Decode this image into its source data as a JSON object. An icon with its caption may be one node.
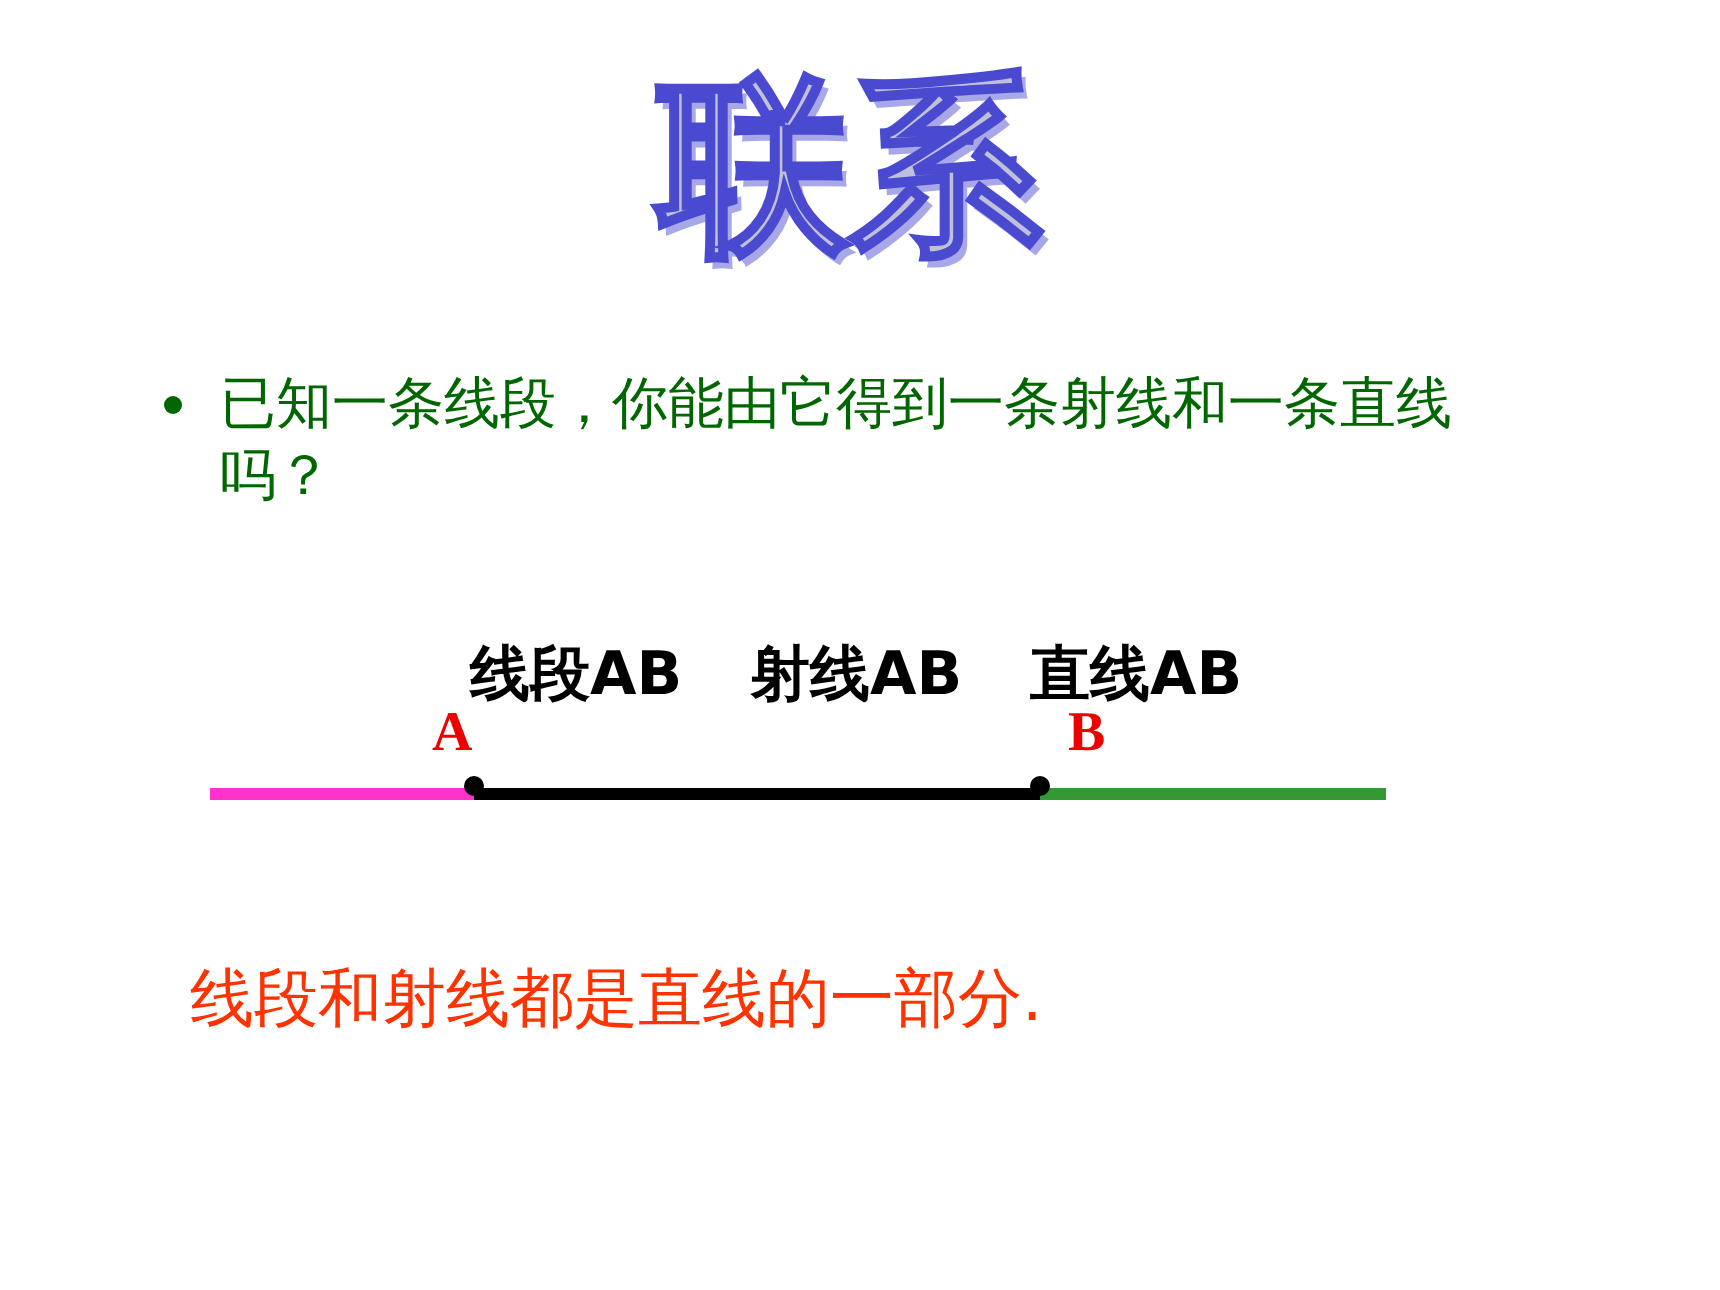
{
  "diagram": {
    "title": "联系",
    "nodes": [
      {
        "text": [
          "A"
        ]
      },
      {
        "text": [
          "B"
        ]
      }
    ],
    "edges": [
      {
        "from": null,
        "to": 0,
        "arrow": "none",
        "color": "#ff33cc"
      },
      {
        "from": 0,
        "to": 1,
        "arrow": "none",
        "color": "#000000"
      },
      {
        "from": 1,
        "to": null,
        "arrow": "none",
        "color": "#339933"
      }
    ],
    "labels": [
      "已知一条线段，你能由它得到一条射线和一条直线吗？",
      "线段AB",
      "射线AB",
      "直线AB",
      "线段和射线都是直线的一部分."
    ]
  }
}
